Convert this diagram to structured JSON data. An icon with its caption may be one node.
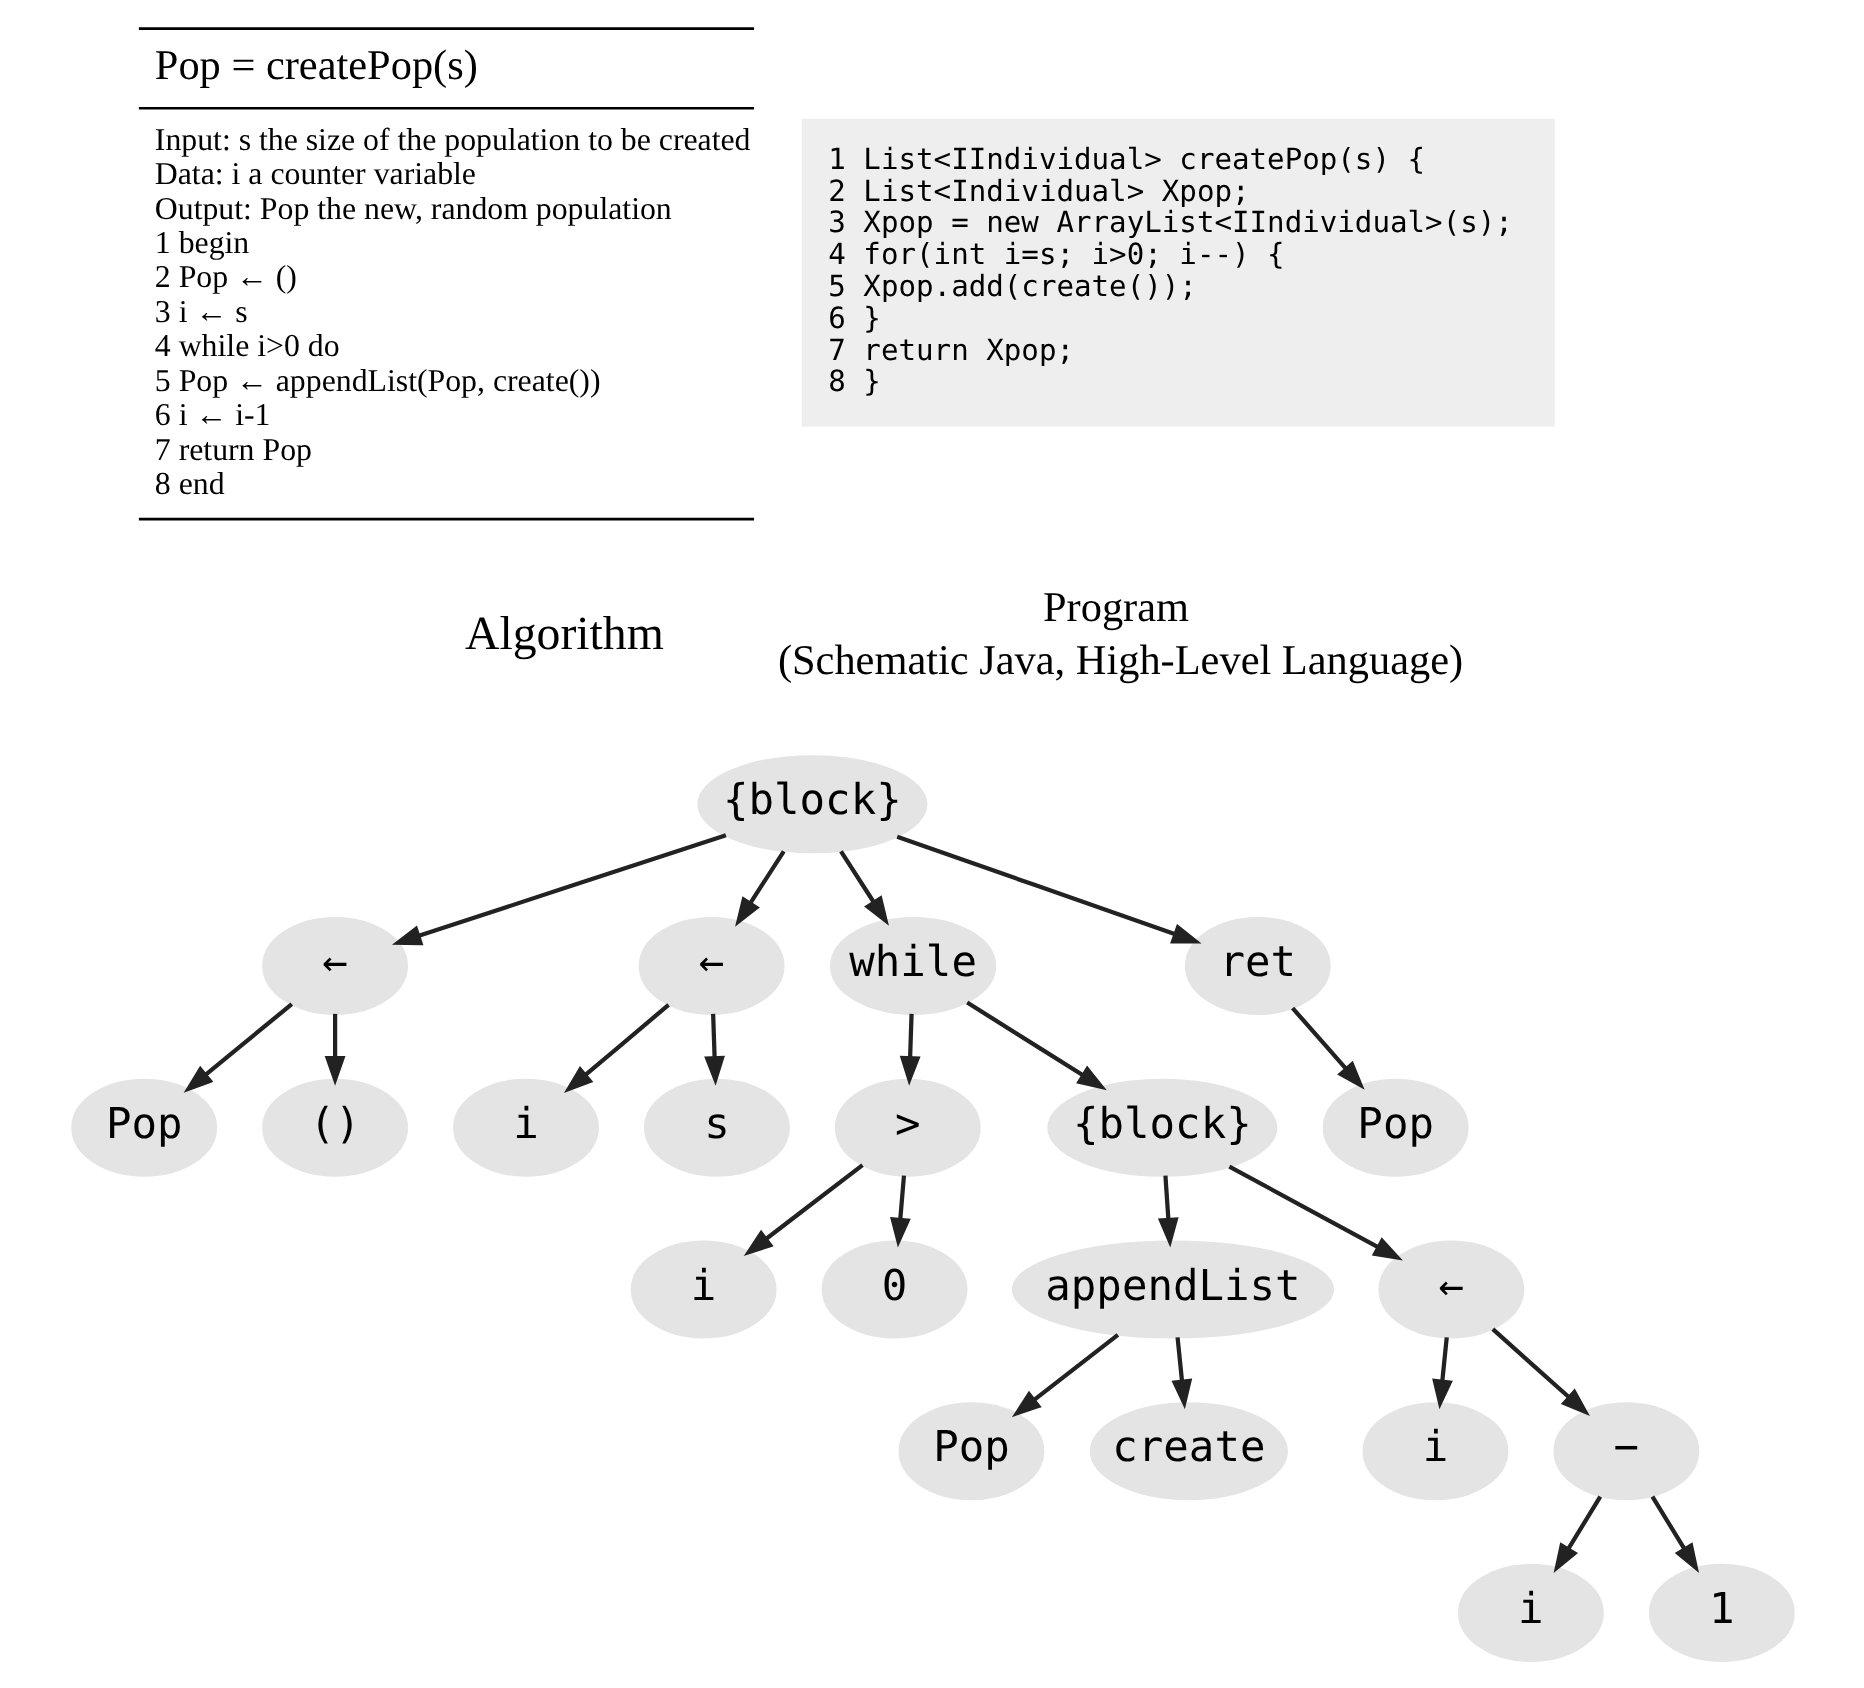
{
  "diagram": {
    "nodes": [
      {
        "text": [
          "Pop = createPop(s)",
          "Input: s the size of the population to be created",
          "Data: i a counter variable",
          "Output: Pop the new, random population",
          "1 begin",
          "2 Pop ← ()",
          "3 i ← s",
          "4 while i>0 do",
          "5 Pop ← appendList(Pop, create())",
          "6 i ← i-1",
          "7 return Pop",
          "8 end"
        ],
        "beside": [
          "Algorithm"
        ]
      },
      {
        "text": [
          "1 List<IIndividual> createPop(s) {",
          "2 List<Individual> Xpop;",
          "3 Xpop = new ArrayList<IIndividual>(s);",
          "4 for(int i=s; i>0; i--) {",
          "5 Xpop.add(create());",
          "6 }",
          "7 return Xpop;",
          "8 }"
        ],
        "beside": [
          "Program",
          "(Schematic Java, High-Level Language)"
        ]
      },
      {
        "text": [
          "{block}"
        ]
      },
      {
        "text": [
          "←"
        ]
      },
      {
        "text": [
          "←"
        ]
      },
      {
        "text": [
          "while"
        ]
      },
      {
        "text": [
          "ret"
        ]
      },
      {
        "text": [
          "Pop"
        ]
      },
      {
        "text": [
          "()"
        ]
      },
      {
        "text": [
          "i"
        ]
      },
      {
        "text": [
          "s"
        ]
      },
      {
        "text": [
          ">"
        ]
      },
      {
        "text": [
          "{block}"
        ]
      },
      {
        "text": [
          "Pop"
        ]
      },
      {
        "text": [
          "i"
        ]
      },
      {
        "text": [
          "0"
        ]
      },
      {
        "text": [
          "appendList"
        ]
      },
      {
        "text": [
          "←"
        ]
      },
      {
        "text": [
          "Pop"
        ]
      },
      {
        "text": [
          "create"
        ]
      },
      {
        "text": [
          "i"
        ]
      },
      {
        "text": [
          "−"
        ]
      },
      {
        "text": [
          "i"
        ]
      },
      {
        "text": [
          "1"
        ]
      }
    ],
    "edges": [
      {
        "from": 2,
        "to": 3,
        "arrow": "to"
      },
      {
        "from": 2,
        "to": 4,
        "arrow": "to"
      },
      {
        "from": 2,
        "to": 5,
        "arrow": "to"
      },
      {
        "from": 2,
        "to": 6,
        "arrow": "to"
      },
      {
        "from": 3,
        "to": 7,
        "arrow": "to"
      },
      {
        "from": 3,
        "to": 8,
        "arrow": "to"
      },
      {
        "from": 4,
        "to": 9,
        "arrow": "to"
      },
      {
        "from": 4,
        "to": 10,
        "arrow": "to"
      },
      {
        "from": 5,
        "to": 11,
        "arrow": "to"
      },
      {
        "from": 5,
        "to": 12,
        "arrow": "to"
      },
      {
        "from": 6,
        "to": 13,
        "arrow": "to"
      },
      {
        "from": 11,
        "to": 14,
        "arrow": "to"
      },
      {
        "from": 11,
        "to": 15,
        "arrow": "to"
      },
      {
        "from": 12,
        "to": 16,
        "arrow": "to"
      },
      {
        "from": 12,
        "to": 17,
        "arrow": "to"
      },
      {
        "from": 16,
        "to": 18,
        "arrow": "to"
      },
      {
        "from": 16,
        "to": 19,
        "arrow": "to"
      },
      {
        "from": 17,
        "to": 20,
        "arrow": "to"
      },
      {
        "from": 17,
        "to": 21,
        "arrow": "to"
      },
      {
        "from": 21,
        "to": 22,
        "arrow": "to"
      },
      {
        "from": 21,
        "to": 23,
        "arrow": "to"
      }
    ]
  }
}
